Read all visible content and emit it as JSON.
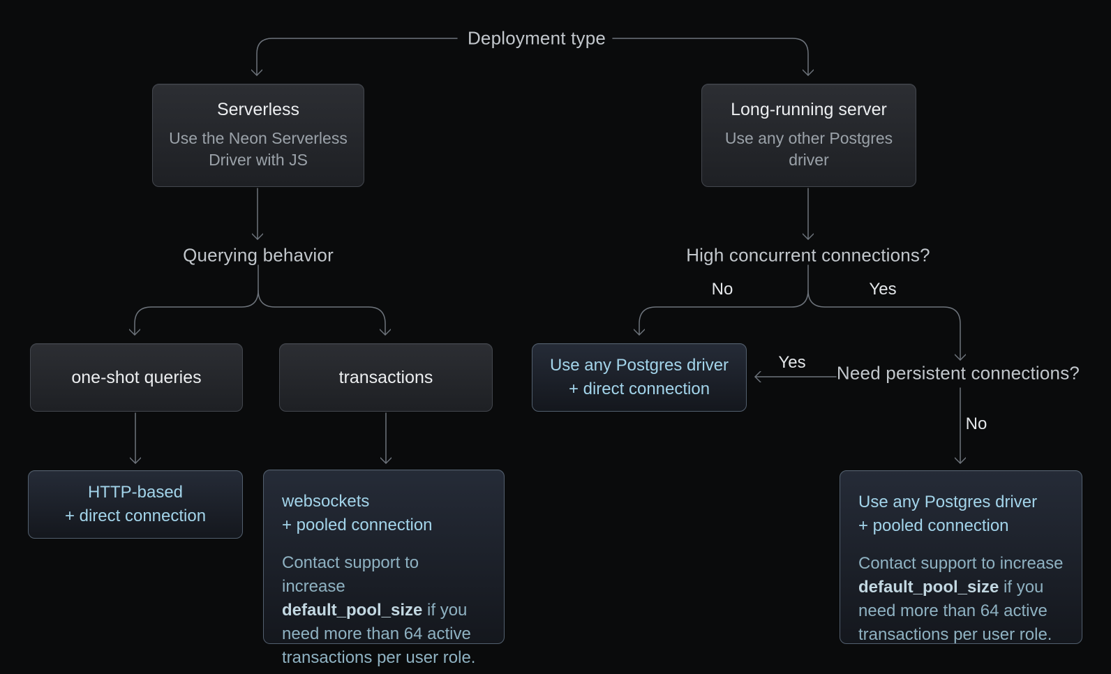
{
  "colors": {
    "background": "#0a0b0c",
    "connector_line": "#6e747c",
    "flow_label_text": "#c2c7cc",
    "branch_label_text": "#e4e7ea",
    "node_title_text": "#eceef0",
    "node_subtitle_text": "#9ba2a9",
    "node_border": "#43474e",
    "node_fill_top": "#2c2e33",
    "node_fill_bottom": "#1e2024",
    "result_border": "#53606f",
    "result_fill_top": "#252b37",
    "result_fill_bottom": "#14171d",
    "result_text": "#a3d4ea",
    "result_note_text": "#8fb2c2",
    "result_note_bold_text": "#c3d8e2"
  },
  "root": {
    "label": "Deployment type"
  },
  "serverless": {
    "title": "Serverless",
    "subtitle": "Use the Neon Serverless Driver with JS"
  },
  "long_running": {
    "title": "Long-running server",
    "subtitle": "Use any other Postgres driver"
  },
  "querying": {
    "label": "Querying behavior"
  },
  "high_concurrent": {
    "label": "High concurrent connections?",
    "no_label": "No",
    "yes_label": "Yes"
  },
  "need_persistent": {
    "label": "Need persistent connections?",
    "yes_label": "Yes",
    "no_label": "No"
  },
  "one_shot": {
    "label": "one-shot queries"
  },
  "transactions": {
    "label": "transactions"
  },
  "http_result": {
    "line1": "HTTP-based",
    "line2": "+ direct connection"
  },
  "websockets_result": {
    "line1": "websockets",
    "line2": "+ pooled connection",
    "note_pre": "Contact support to increase ",
    "note_bold": "default_pool_size",
    "note_post": " if you need more than 64 active transactions per user role."
  },
  "direct_result": {
    "line1": "Use any Postgres driver",
    "line2": "+ direct connection"
  },
  "pooled_result": {
    "line1": "Use any Postgres driver",
    "line2": "+ pooled connection",
    "note_pre": "Contact support to increase ",
    "note_bold": "default_pool_size",
    "note_post": " if you need more than 64 active transactions per user role."
  }
}
